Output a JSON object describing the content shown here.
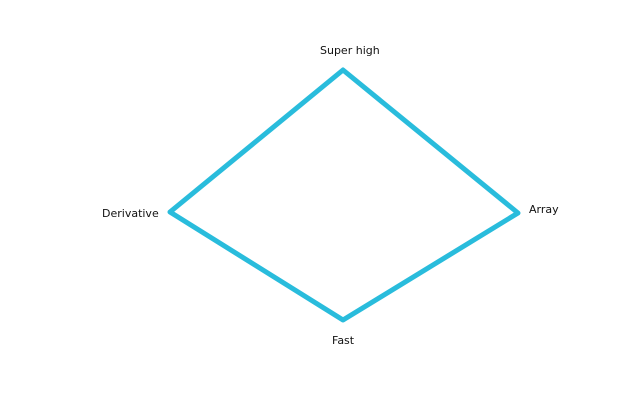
{
  "diagram": {
    "labels": {
      "top": "Super high",
      "left": "Derivative",
      "right": "Array",
      "bottom": "Fast"
    },
    "colors": {
      "edge": "#29bcdc",
      "text": "#111111",
      "background": "#ffffff"
    }
  }
}
